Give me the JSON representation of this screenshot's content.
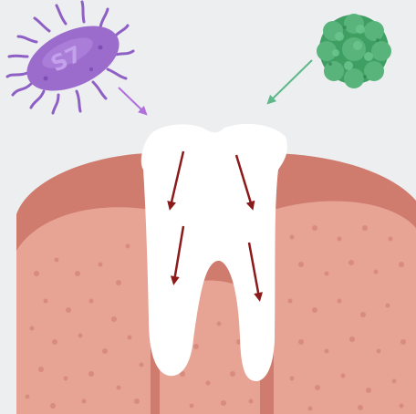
{
  "scene": {
    "background_color": "#eceef0",
    "gum_color": "#cf7b6e",
    "gum_inner_color": "#e7a394",
    "gum_speckle_color": "#d88c7f",
    "tooth_color": "#ffffff",
    "root_arrow_color": "#8b1a1a",
    "bacterium": {
      "icon": "bacterium-icon",
      "body_color": "#9b6ccc",
      "flagella_color": "#8e5fc4",
      "markings": "S7",
      "arrow_color": "#b06fdc"
    },
    "cell_cluster": {
      "icon": "cell-cluster-icon",
      "body_color": "#3f9e62",
      "highlight_color": "#6cc58f",
      "arrow_color": "#5fb88a"
    },
    "arrows": [
      {
        "name": "root-arrow-upper-left"
      },
      {
        "name": "root-arrow-upper-right"
      },
      {
        "name": "root-arrow-lower-left"
      },
      {
        "name": "root-arrow-lower-right"
      }
    ]
  }
}
